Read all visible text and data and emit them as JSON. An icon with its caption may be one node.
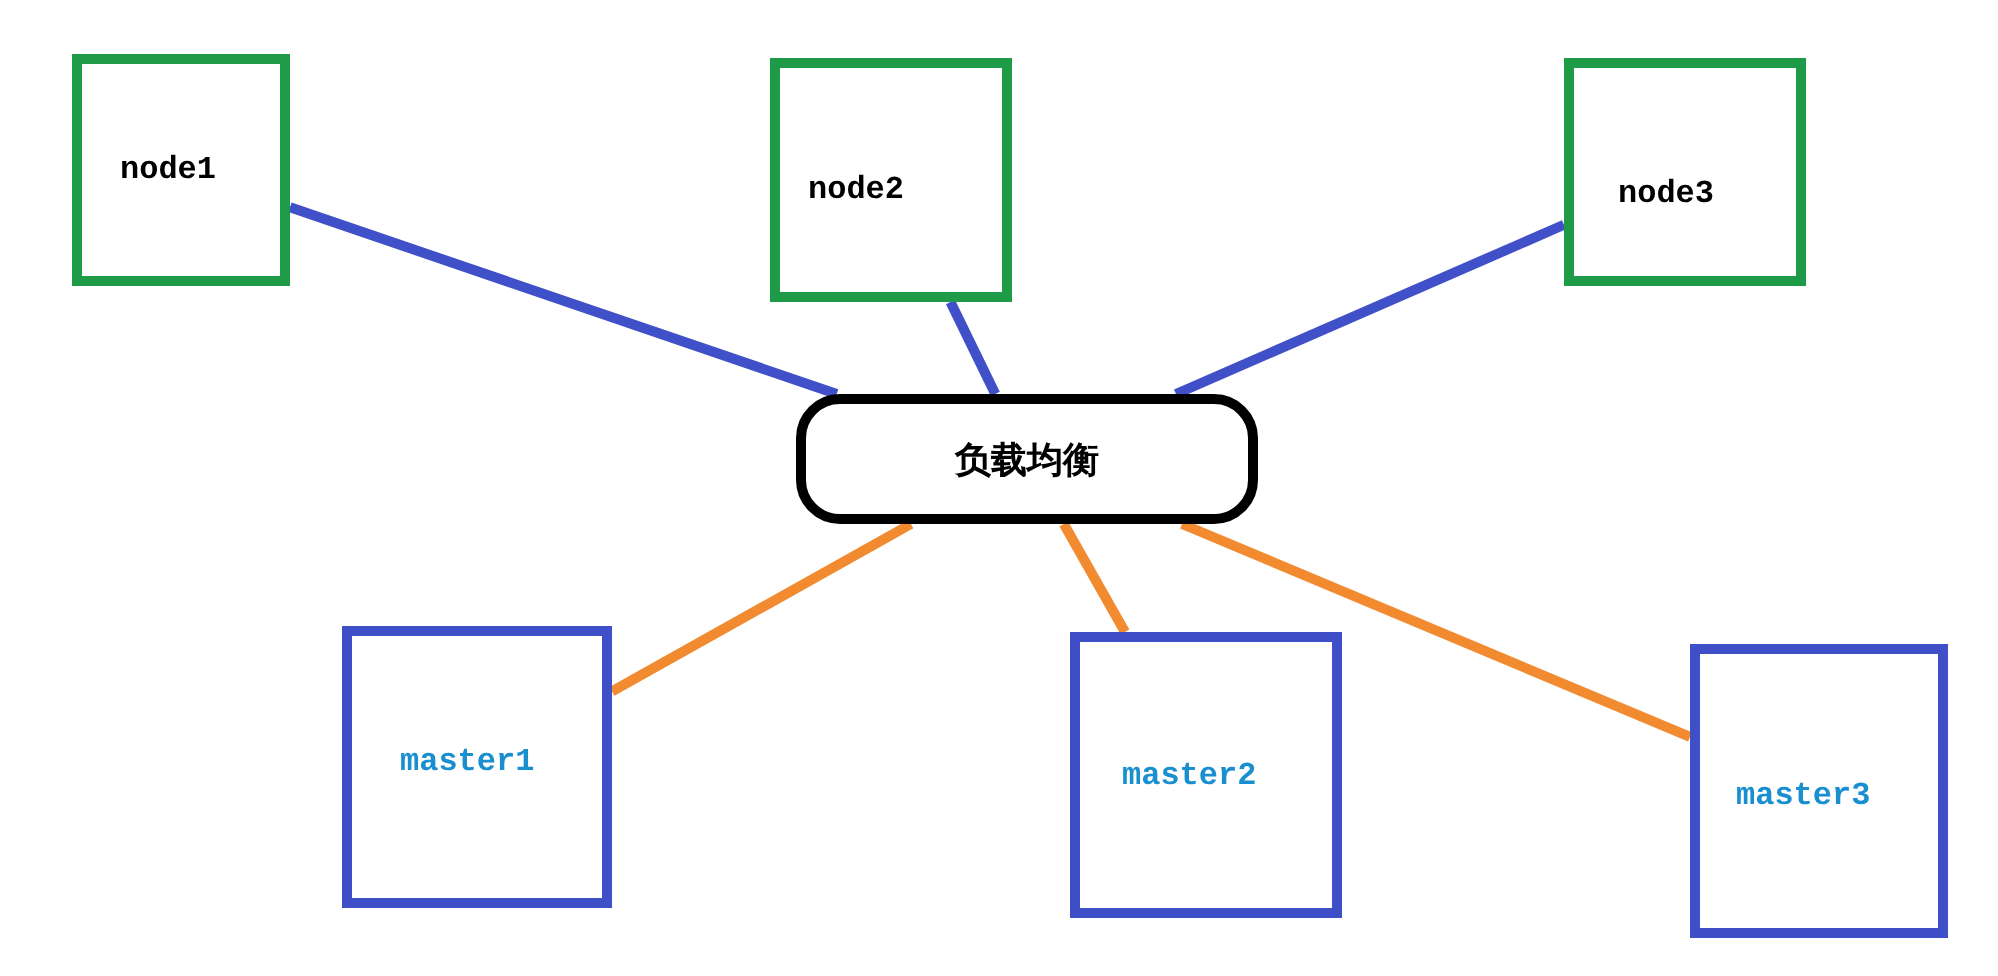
{
  "diagram": {
    "nodes": [
      {
        "text": [
          "node1"
        ]
      },
      {
        "text": [
          "node2"
        ]
      },
      {
        "text": [
          "node3"
        ]
      },
      {
        "text": [
          "负载均衡"
        ]
      },
      {
        "text": [
          "master1"
        ]
      },
      {
        "text": [
          "master2"
        ]
      },
      {
        "text": [
          "master3"
        ]
      }
    ],
    "edges": [
      {
        "from": 0,
        "to": 3,
        "arrow": "none"
      },
      {
        "from": 1,
        "to": 3,
        "arrow": "none"
      },
      {
        "from": 2,
        "to": 3,
        "arrow": "none"
      },
      {
        "from": 3,
        "to": 4,
        "arrow": "none",
        "color": "#f28a30"
      },
      {
        "from": 3,
        "to": 5,
        "arrow": "none",
        "color": "#f28a30"
      },
      {
        "from": 3,
        "to": 6,
        "arrow": "none",
        "color": "#f28a30"
      }
    ]
  }
}
